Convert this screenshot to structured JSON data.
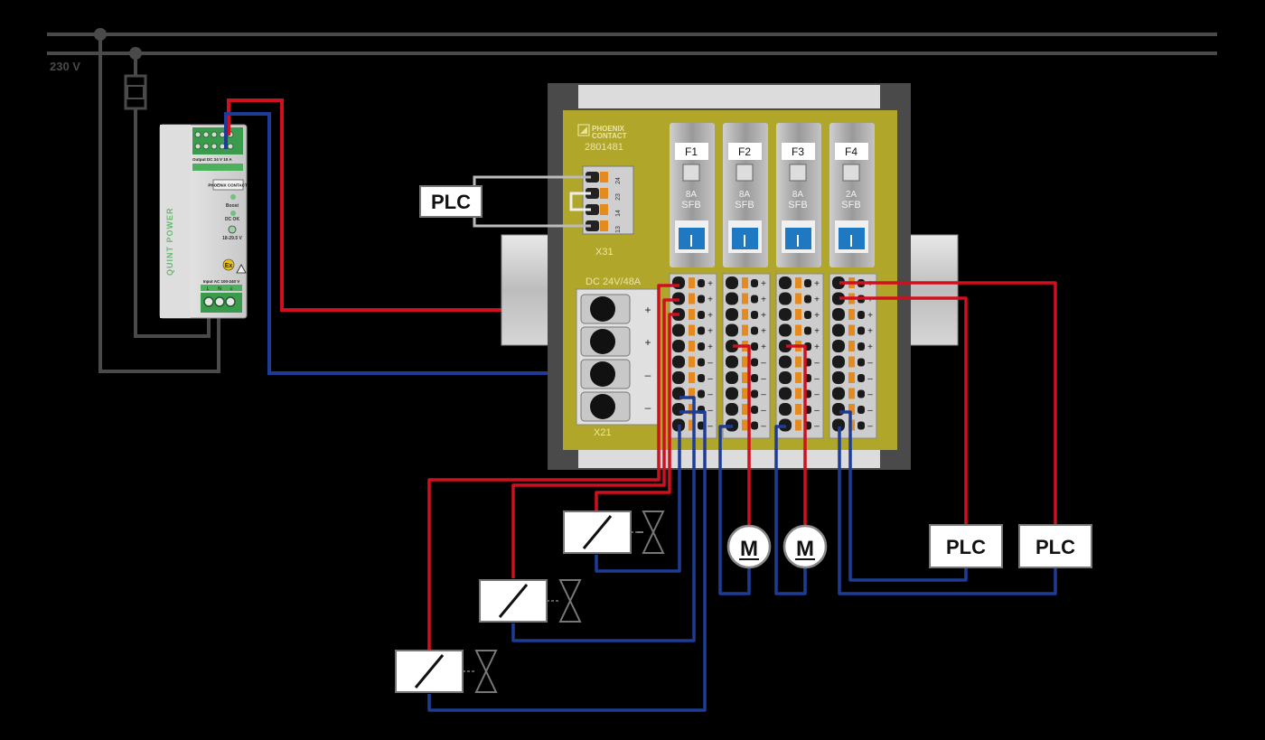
{
  "supply": {
    "voltage_label": "230 V"
  },
  "power_supply": {
    "brand": "PHOENIX CONTACT",
    "product": "QUINT POWER",
    "output_label": "Output DC 24 V  10 A",
    "boost_label": "Boost",
    "dcok_label": "DC OK",
    "adjust_label": "18-29.5 V",
    "input_label": "Input AC  100-240 V",
    "input_pins": [
      "L",
      "N",
      "⏚"
    ]
  },
  "module": {
    "brand_line1": "PHOENIX",
    "brand_line2": "CONTACT",
    "part_number": "2801481",
    "rating_label": "DC 24V/48A",
    "signal_block_label": "X31",
    "signal_pins": [
      "24",
      "23",
      "14",
      "13"
    ],
    "power_block_label": "X21",
    "power_polarity": [
      "+",
      "+",
      "–",
      "–"
    ],
    "channels": [
      {
        "name": "F1",
        "current": "8A",
        "type": "SFB"
      },
      {
        "name": "F2",
        "current": "8A",
        "type": "SFB"
      },
      {
        "name": "F3",
        "current": "8A",
        "type": "SFB"
      },
      {
        "name": "F4",
        "current": "2A",
        "type": "SFB"
      }
    ]
  },
  "loads": {
    "plc_top": "PLC",
    "motor_1": "M",
    "motor_2": "M",
    "plc_right_1": "PLC",
    "plc_right_2": "PLC"
  },
  "colors": {
    "positive_wire": "#d0101e",
    "negative_wire": "#1e3c96",
    "supply_wire": "#4a4a4a",
    "module_body": "#b0a62a"
  }
}
